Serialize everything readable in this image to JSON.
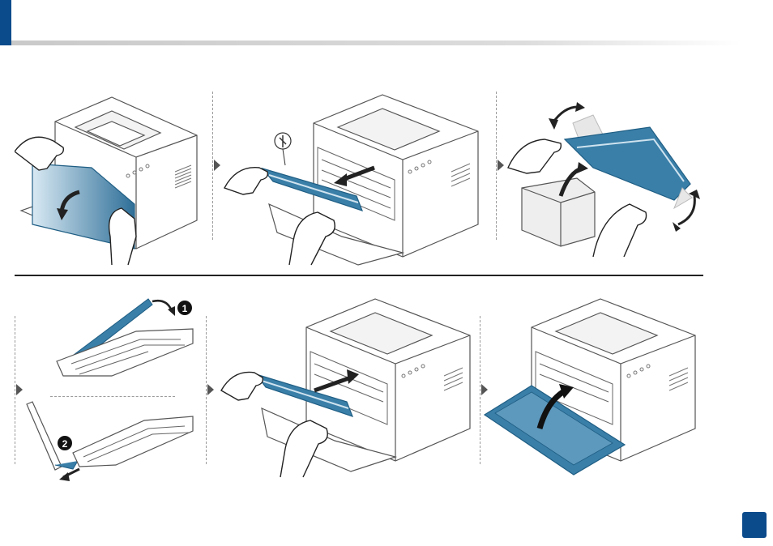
{
  "document": {
    "section_header": "",
    "page_number": ""
  },
  "illustration": {
    "accent_color": "#3a7fa8",
    "accent_dark": "#1f5e84",
    "line_color": "#555555",
    "callouts": [
      "1",
      "2"
    ],
    "steps": [
      {
        "name": "open-front-cover"
      },
      {
        "name": "pull-out-toner-cartridge"
      },
      {
        "name": "shake-new-cartridge"
      },
      {
        "name": "remove-cartridge-cover-and-tape"
      },
      {
        "name": "insert-toner-cartridge"
      },
      {
        "name": "close-front-cover"
      }
    ]
  }
}
